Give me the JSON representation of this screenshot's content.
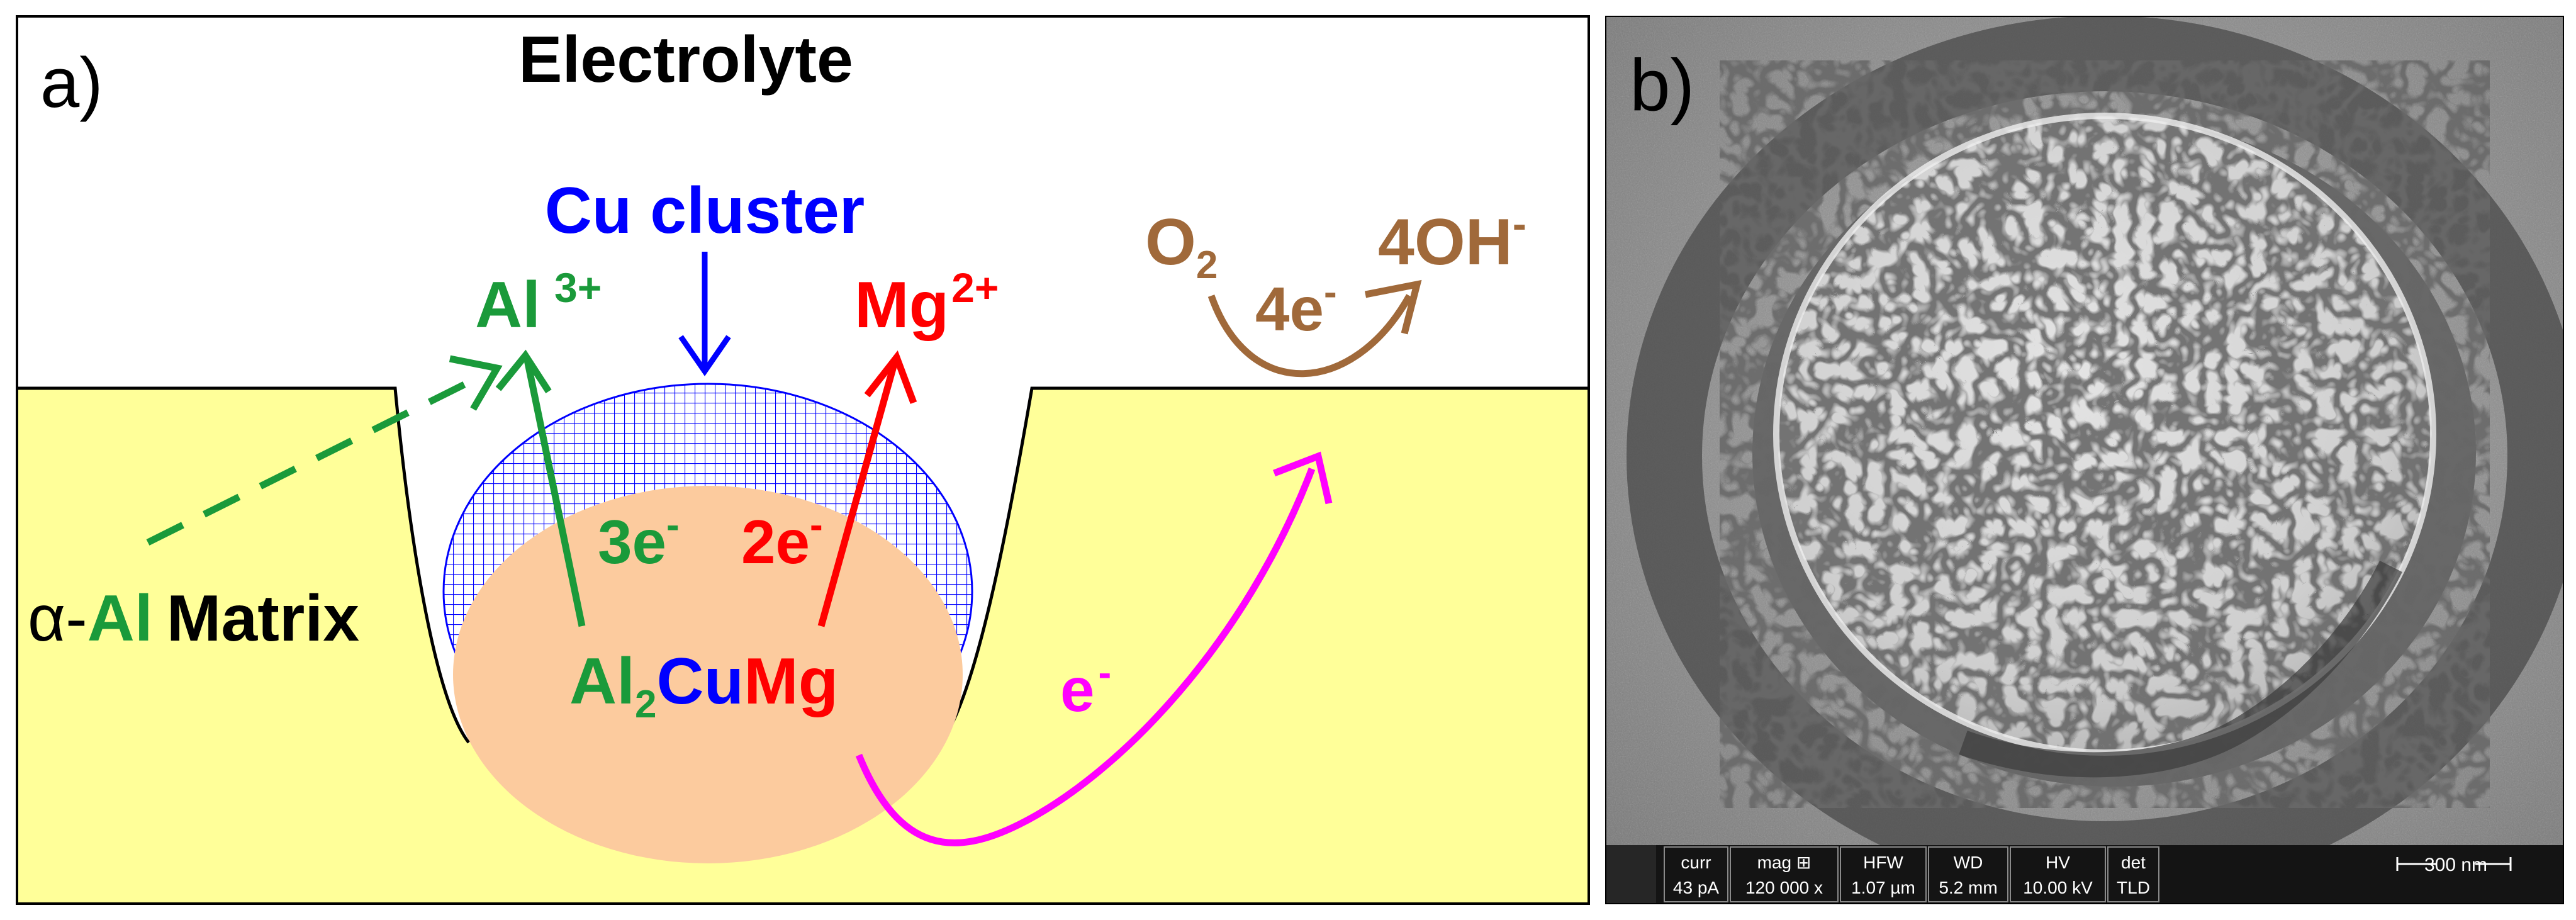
{
  "panel_a": {
    "label": "a)",
    "electrolyte": "Electrolyte",
    "cu_cluster": "Cu cluster",
    "al_ion": {
      "base": "Al",
      "charge": "3+"
    },
    "mg_ion": {
      "base": "Mg",
      "charge": "2+"
    },
    "oxygen": {
      "base": "O",
      "sub": "2"
    },
    "hydroxide": {
      "base": "4OH",
      "charge": "-"
    },
    "four_electrons": {
      "base": "4e",
      "charge": "-"
    },
    "three_electrons": {
      "base": "3e",
      "charge": "-"
    },
    "two_electrons": {
      "base": "2e",
      "charge": "-"
    },
    "electron": {
      "base": "e",
      "charge": "-"
    },
    "matrix": {
      "alpha": "α-",
      "al": "Al",
      "word": "Matrix"
    },
    "particle": {
      "al": "Al",
      "sub": "2",
      "cu": "Cu",
      "mg": "Mg"
    },
    "colors": {
      "matrix_fill": "#FFFF99",
      "particle_fill": "#FCCB9E",
      "cu_blue": "#0000FF",
      "al_green": "#1A9A3A",
      "mg_red": "#FF0000",
      "oxygen_brown": "#A0693A",
      "electron_magenta": "#FF00FF"
    }
  },
  "panel_b": {
    "label": "b)",
    "sem_bar": {
      "headers": [
        "curr",
        "mag ⊞",
        "HFW",
        "WD",
        "HV",
        "det"
      ],
      "values": [
        "43 pA",
        "120 000 x",
        "1.07 µm",
        "5.2 mm",
        "10.00 kV",
        "TLD"
      ],
      "scale_label": "300 nm"
    }
  }
}
